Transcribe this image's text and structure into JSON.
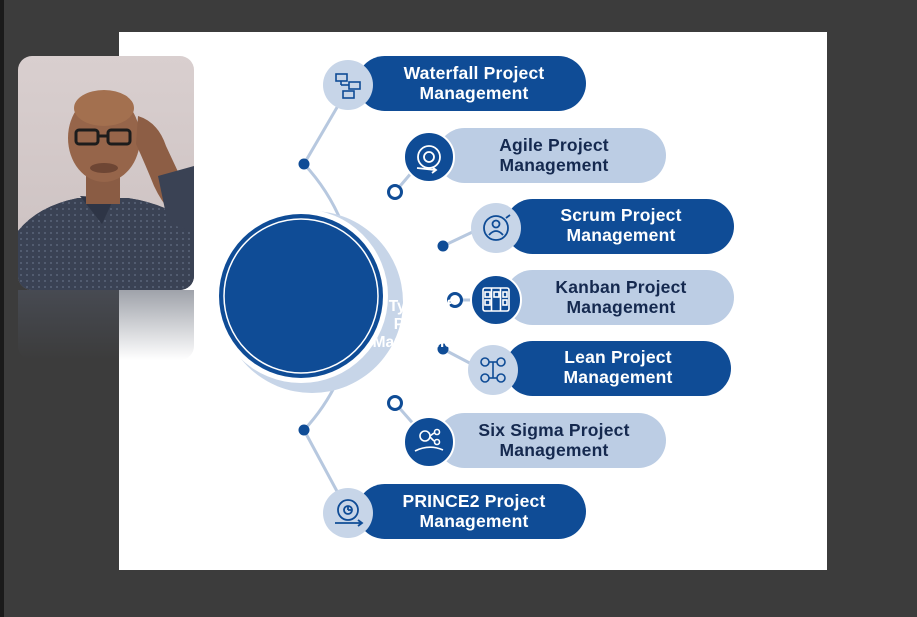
{
  "diagram": {
    "center": {
      "line1": "Types of",
      "line2": "Project",
      "line3": "Management"
    },
    "items": [
      {
        "line1": "Waterfall Project",
        "line2": "Management",
        "style": "dark",
        "icon": "flowchart-icon"
      },
      {
        "line1": "Agile Project",
        "line2": "Management",
        "style": "light",
        "icon": "agile-cycle-icon"
      },
      {
        "line1": "Scrum Project",
        "line2": "Management",
        "style": "dark",
        "icon": "scrum-team-icon"
      },
      {
        "line1": "Kanban Project",
        "line2": "Management",
        "style": "light",
        "icon": "kanban-board-icon"
      },
      {
        "line1": "Lean Project",
        "line2": "Management",
        "style": "dark",
        "icon": "lean-process-icon"
      },
      {
        "line1": "Six Sigma Project",
        "line2": "Management",
        "style": "light",
        "icon": "six-sigma-hand-icon"
      },
      {
        "line1": "PRINCE2 Project",
        "line2": "Management",
        "style": "dark",
        "icon": "prince2-gear-clock-icon"
      }
    ]
  },
  "colors": {
    "dark_blue": "#0f4c96",
    "light_blue": "#bccde4",
    "line": "#b7c8df",
    "background": "#3c3c3c"
  },
  "presenter": {
    "icon": "presenter-webcam-photo"
  }
}
